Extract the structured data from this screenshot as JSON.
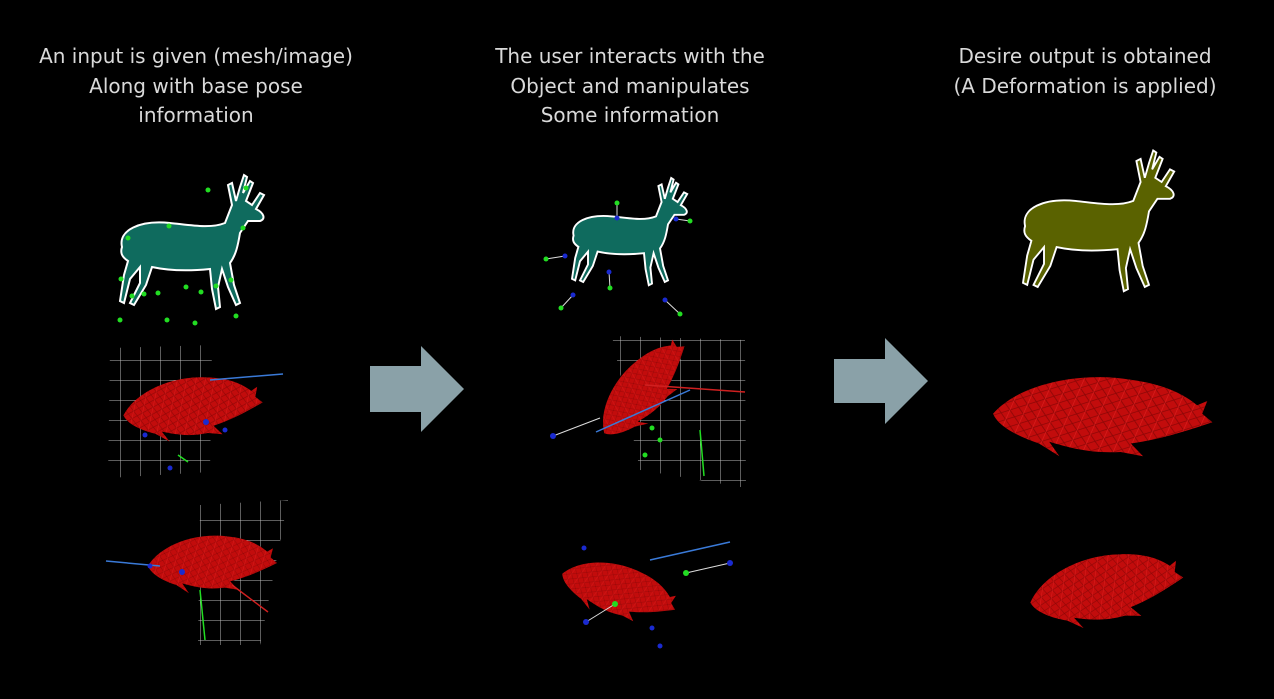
{
  "steps": [
    {
      "lines": [
        "An input is given (mesh/image)",
        "Along with base pose",
        "information"
      ]
    },
    {
      "lines": [
        "The user interacts with the",
        "Object and manipulates",
        "Some information"
      ]
    },
    {
      "lines": [
        "Desire output is obtained",
        "(A Deformation is applied)"
      ]
    }
  ],
  "colors": {
    "background": "#000000",
    "caption_text": "#d9d9d9",
    "arrow": "#8aa1a8",
    "deer_input": "#0f6b5e",
    "deer_output": "#5a6200",
    "deer_outline": "#ffffff",
    "fish_mesh": "#d01010",
    "grid": "#cfcfcf",
    "handle_green": "#22dd22",
    "handle_blue": "#1a2ad0"
  },
  "icons": [
    "right-arrow-icon",
    "right-arrow-icon"
  ]
}
